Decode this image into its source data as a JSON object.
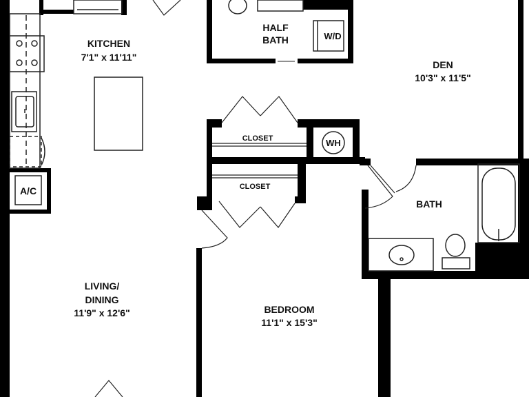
{
  "floorplan": {
    "rooms": {
      "kitchen": {
        "name": "KITCHEN",
        "dims": "7'1\" x 11'11\""
      },
      "half_bath": {
        "name_line1": "HALF",
        "name_line2": "BATH"
      },
      "den": {
        "name": "DEN",
        "dims": "10'3\" x 11'5\""
      },
      "closet_upper": {
        "name": "CLOSET"
      },
      "closet_lower": {
        "name": "CLOSET"
      },
      "bath": {
        "name": "BATH"
      },
      "living": {
        "name_line1": "LIVING/",
        "name_line2": "DINING",
        "dims": "11'9\" x 12'6\""
      },
      "bedroom": {
        "name": "BEDROOM",
        "dims": "11'1\" x 15'3\""
      }
    },
    "fixtures": {
      "ac": "A/C",
      "wd": "W/D",
      "wh": "WH"
    },
    "colors": {
      "wall": "#000000",
      "fixture_stroke": "#222222",
      "background": "#ffffff"
    }
  }
}
